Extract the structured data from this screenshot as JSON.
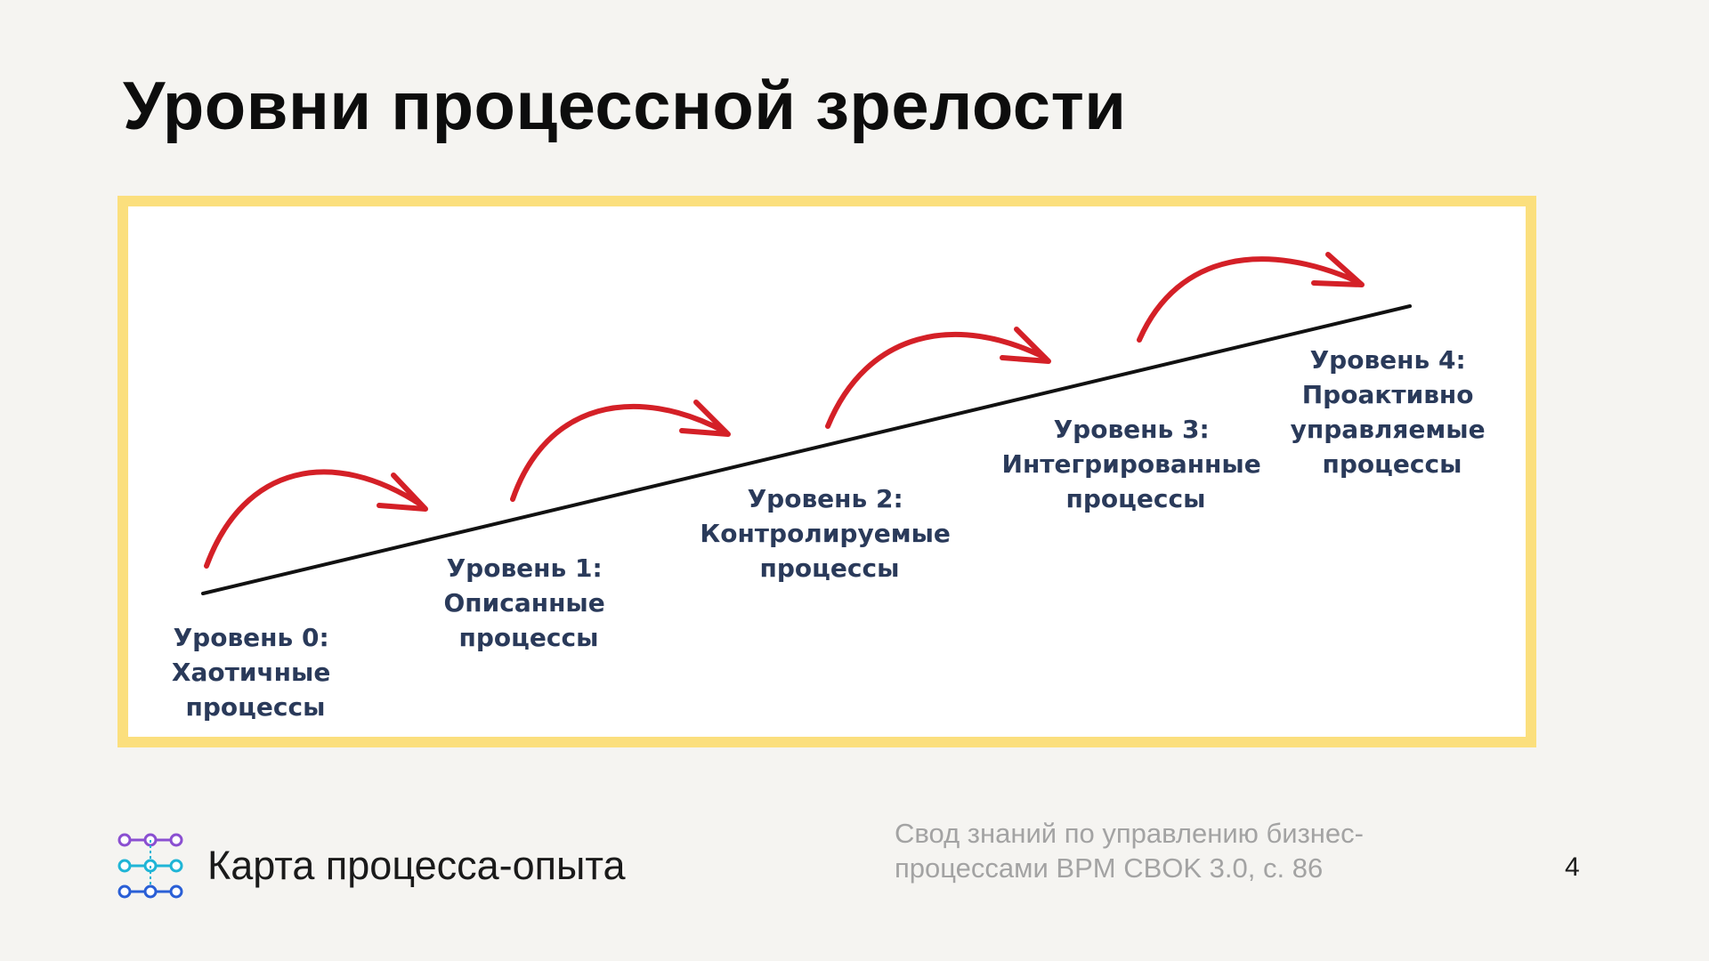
{
  "slide": {
    "title": "Уровни процессной зрелости",
    "page_number": "4"
  },
  "diagram": {
    "levels": [
      {
        "lines": [
          "Уровень 0:",
          "Хаотичные",
          "процессы"
        ]
      },
      {
        "lines": [
          "Уровень 1:",
          "Описанные",
          "процессы"
        ]
      },
      {
        "lines": [
          "Уровень 2:",
          "Контролируемые",
          "процессы"
        ]
      },
      {
        "lines": [
          "Уровень 3:",
          "Интегрированные",
          "процессы"
        ]
      },
      {
        "lines": [
          "Уровень 4:",
          "Проактивно",
          "управляемые",
          "процессы"
        ]
      }
    ],
    "colors": {
      "frame": "#fbdf7d",
      "arrow": "#d42027",
      "line": "#111111",
      "label": "#2a3a5a"
    }
  },
  "footer": {
    "brand": "Карта процесса-опыта",
    "source_line1": "Свод знаний по управлению бизнес-",
    "source_line2": "процессами BPM CBOK 3.0, с. 86",
    "logo_icon": "process-map-logo-icon"
  }
}
